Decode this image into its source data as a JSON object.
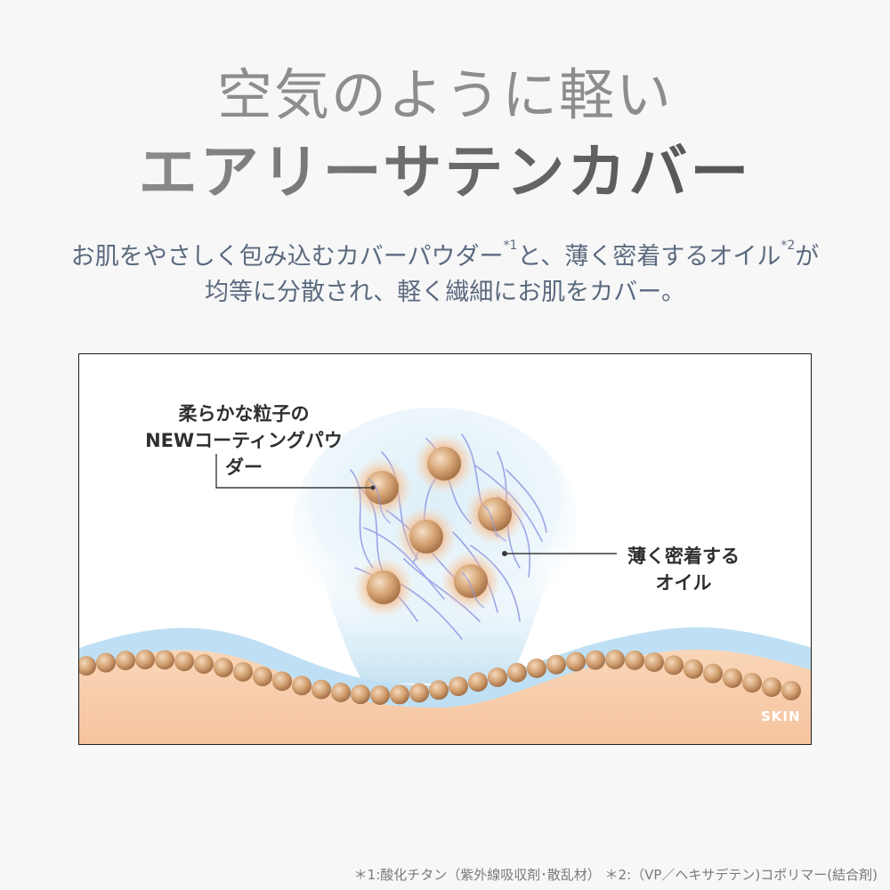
{
  "heading": {
    "line1": "空気のように軽い",
    "line2": "エアリーサテンカバー"
  },
  "description": {
    "line1_a": "お肌をやさしく包み込むカバーパウダー",
    "line1_sup1": "*1",
    "line1_b": "と、薄く密着するオイル",
    "line1_sup2": "*2",
    "line1_c": "が",
    "line2": "均等に分散され、軽く繊細にお肌をカバー。"
  },
  "diagram": {
    "powder_label_line1": "柔らかな粒子の",
    "powder_label_line2": "NEWコーティングパウダー",
    "oil_label_line1": "薄く密着する",
    "oil_label_line2": "オイル",
    "skin_label": "SKIN"
  },
  "footnote": "＊1:酸化チタン（紫外線吸収剤･散乱材） ＊2:（VP／ヘキサデテン)コポリマー(結合剤)",
  "colors": {
    "background": "#f7f7f8",
    "description_text": "#5b6a7e",
    "skin": "#f8cfae",
    "blue_layer": "#b9dcf3",
    "particle": "#d8a778"
  }
}
